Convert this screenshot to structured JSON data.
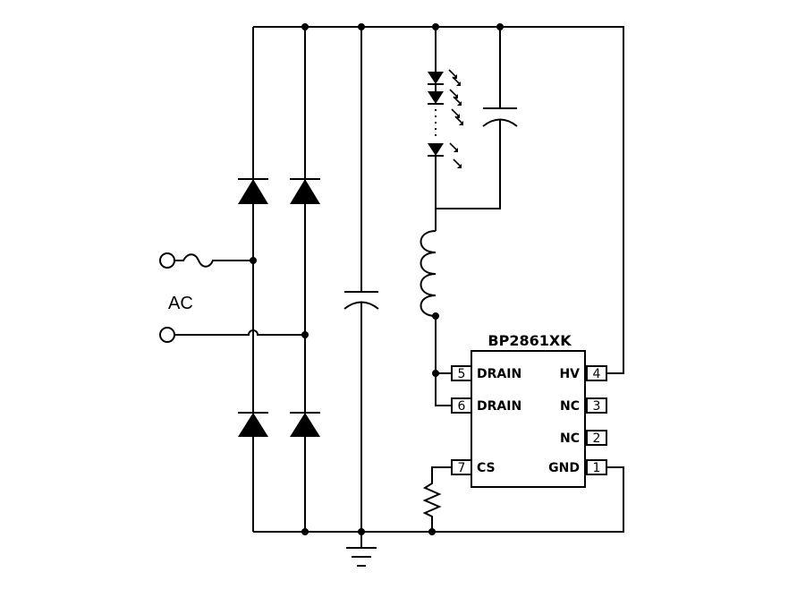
{
  "source_label": "AC",
  "chip": {
    "name": "BP2861XK",
    "pins": [
      {
        "number": "5",
        "label": "DRAIN"
      },
      {
        "number": "6",
        "label": "DRAIN"
      },
      {
        "number": "7",
        "label": "CS"
      },
      {
        "number": "4",
        "label": "HV"
      },
      {
        "number": "3",
        "label": "NC"
      },
      {
        "number": "2",
        "label": "NC"
      },
      {
        "number": "1",
        "label": "GND"
      }
    ]
  }
}
